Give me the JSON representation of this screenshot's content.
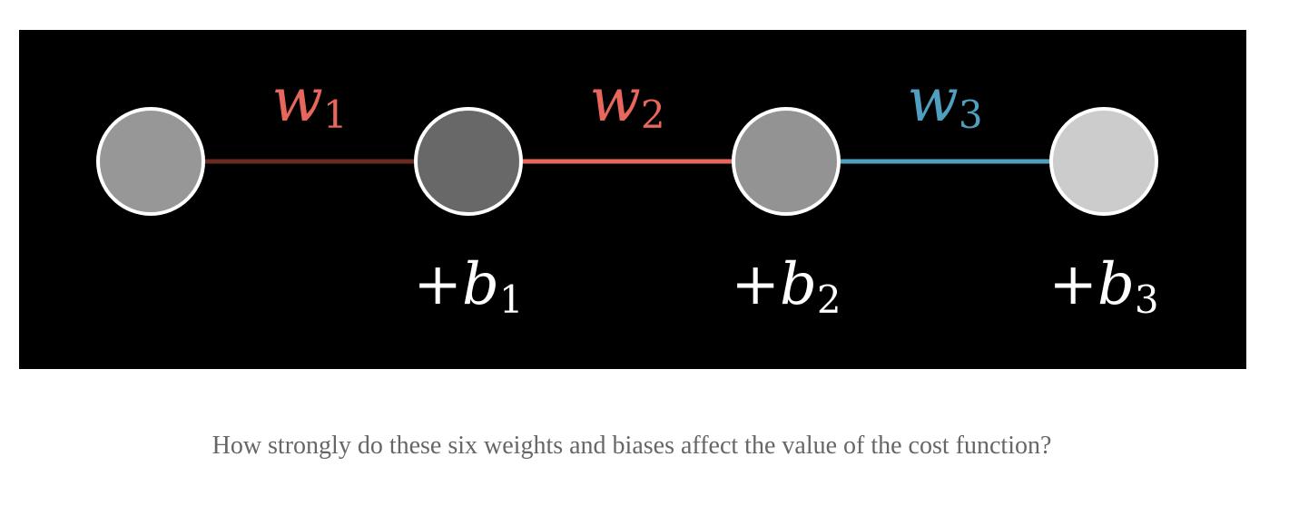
{
  "diagram": {
    "colors": {
      "background": "#000000",
      "node_stroke": "#ffffff",
      "label_white": "#ffffff",
      "weight_red": "#e8675c",
      "weight_blue": "#4fa0c0",
      "edge_dark_red": "#6b2a22"
    },
    "nodes": [
      {
        "id": "neuron-1",
        "fill": "#979797"
      },
      {
        "id": "neuron-2",
        "fill": "#686868"
      },
      {
        "id": "neuron-3",
        "fill": "#939393"
      },
      {
        "id": "neuron-4",
        "fill": "#cccccc"
      }
    ],
    "weights": [
      {
        "symbol": "w",
        "subscript": "1",
        "color": "#e8675c",
        "edge_color": "#6b2a22"
      },
      {
        "symbol": "w",
        "subscript": "2",
        "color": "#e8675c",
        "edge_color": "#e8675c"
      },
      {
        "symbol": "w",
        "subscript": "3",
        "color": "#4fa0c0",
        "edge_color": "#4fa0c0"
      }
    ],
    "biases": [
      {
        "prefix": "+",
        "symbol": "b",
        "subscript": "1"
      },
      {
        "prefix": "+",
        "symbol": "b",
        "subscript": "2"
      },
      {
        "prefix": "+",
        "symbol": "b",
        "subscript": "3"
      }
    ]
  },
  "caption": "How strongly do these six weights and biases affect the value of the cost function?"
}
